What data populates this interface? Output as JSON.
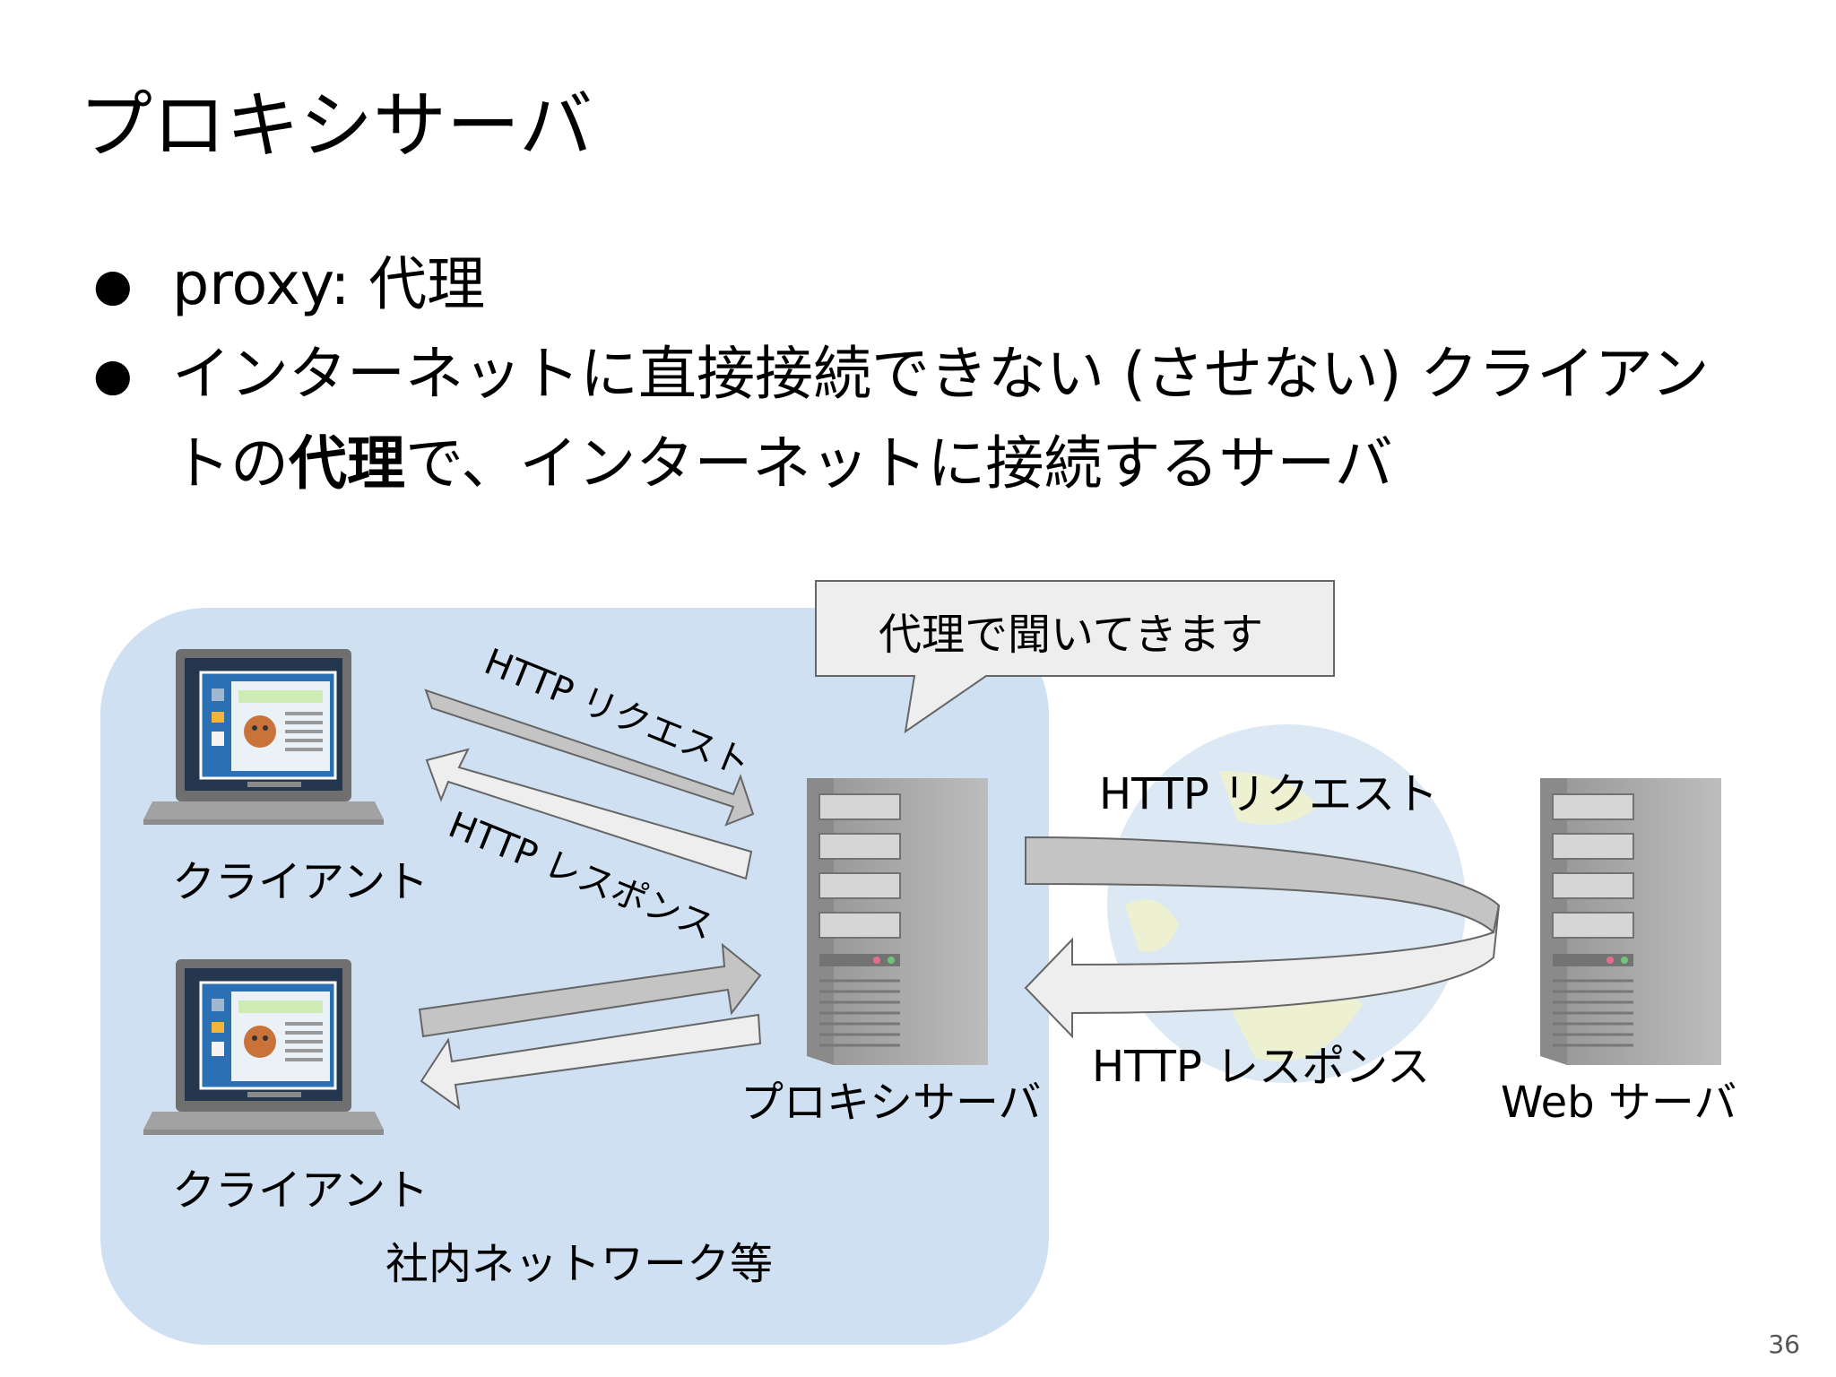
{
  "slide": {
    "title": "プロキシサーバ",
    "page_number": "36"
  },
  "bullets": [
    {
      "text_a": "proxy: 代理"
    },
    {
      "text_a": "インターネットに直接接続できない (させない) クライアン",
      "text_b": "トの",
      "text_strong": "代理",
      "text_c": "で、インターネットに接続するサーバ"
    }
  ],
  "diagram": {
    "callout": "代理で聞いてきます",
    "client_label_1": "クライアント",
    "client_label_2": "クライアント",
    "network_label": "社内ネットワーク等",
    "proxy_label": "プロキシサーバ",
    "web_label": "Web サーバ",
    "inner_request": "HTTP リクエスト",
    "inner_response": "HTTP レスポンス",
    "outer_request": "HTTP リクエスト",
    "outer_response": "HTTP レスポンス"
  },
  "colors": {
    "network_bg": "#cfe0f2",
    "callout_bg": "#eeeeee",
    "arrow_dark": "#c4c4c4",
    "arrow_light": "#eeeeee",
    "globe_blue": "#dce9f5",
    "globe_green": "#eef0d2"
  }
}
